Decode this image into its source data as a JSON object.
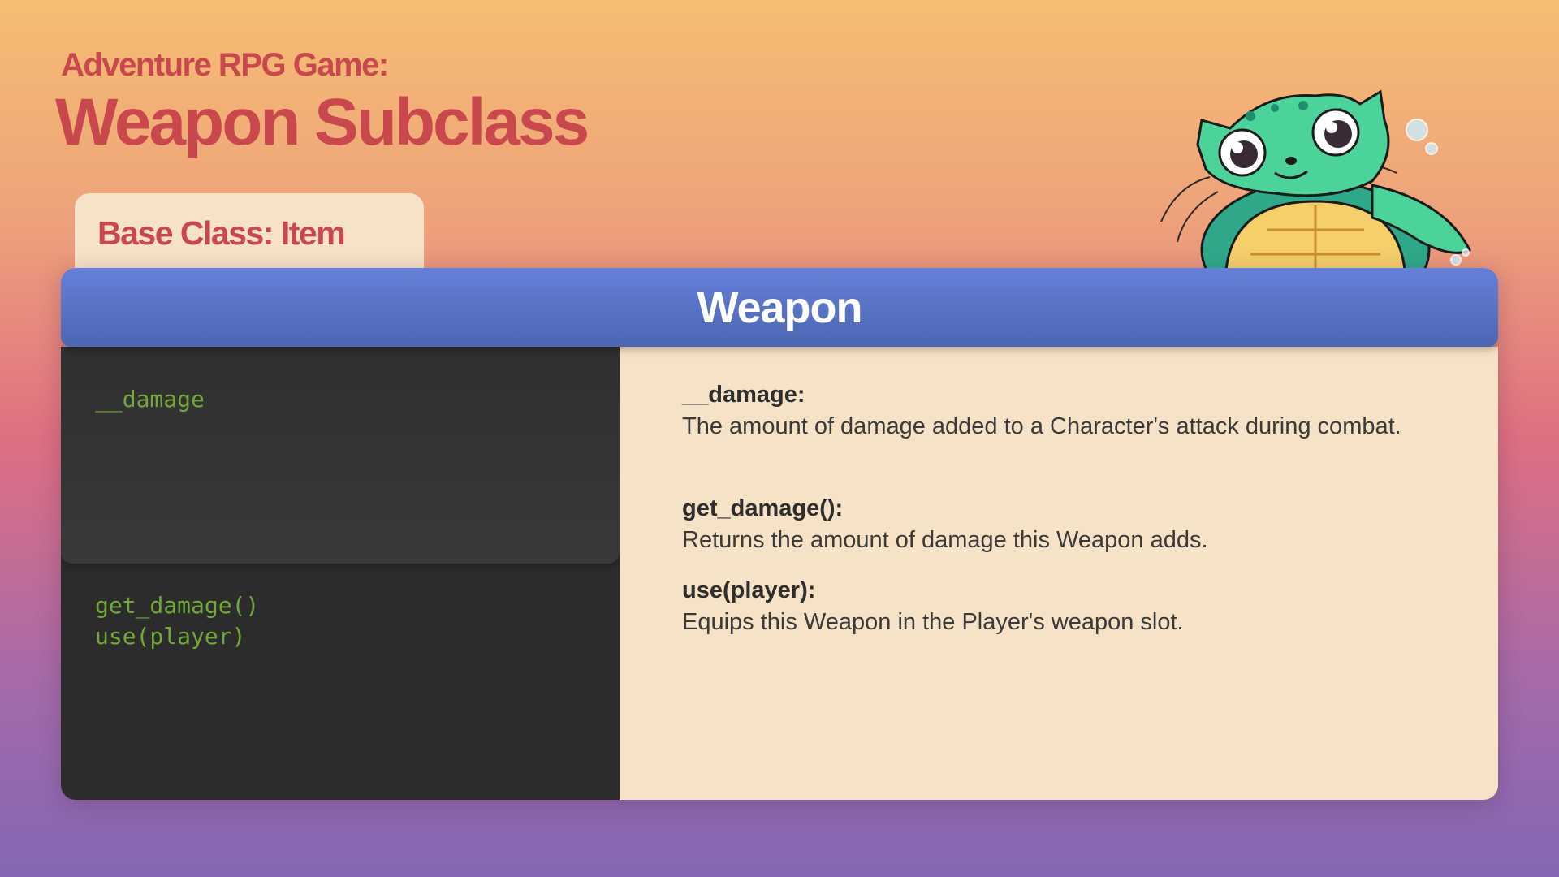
{
  "slide": {
    "subtitle": "Adventure RPG Game:",
    "title": "Weapon Subclass",
    "base_class_label": "Base Class: Item"
  },
  "card": {
    "header": "Weapon",
    "attributes": [
      "__damage"
    ],
    "methods": [
      "get_damage()",
      "use(player)"
    ],
    "descriptions": [
      {
        "name": "__damage:",
        "text": "The amount of damage added to a Character's attack during combat."
      },
      {
        "name": "get_damage():",
        "text": "Returns the amount of damage this Weapon adds."
      },
      {
        "name": "use(player):",
        "text": "Equips this Weapon in the Player's weapon slot."
      }
    ]
  },
  "colors": {
    "title_red": "#c8484e",
    "header_blue": "#5a74c8",
    "code_green": "#72a83a",
    "panel_cream": "#f6e2c6",
    "code_dark": "#2c2c2c"
  },
  "mascot": {
    "icon": "turtle-cat-mascot-icon"
  }
}
